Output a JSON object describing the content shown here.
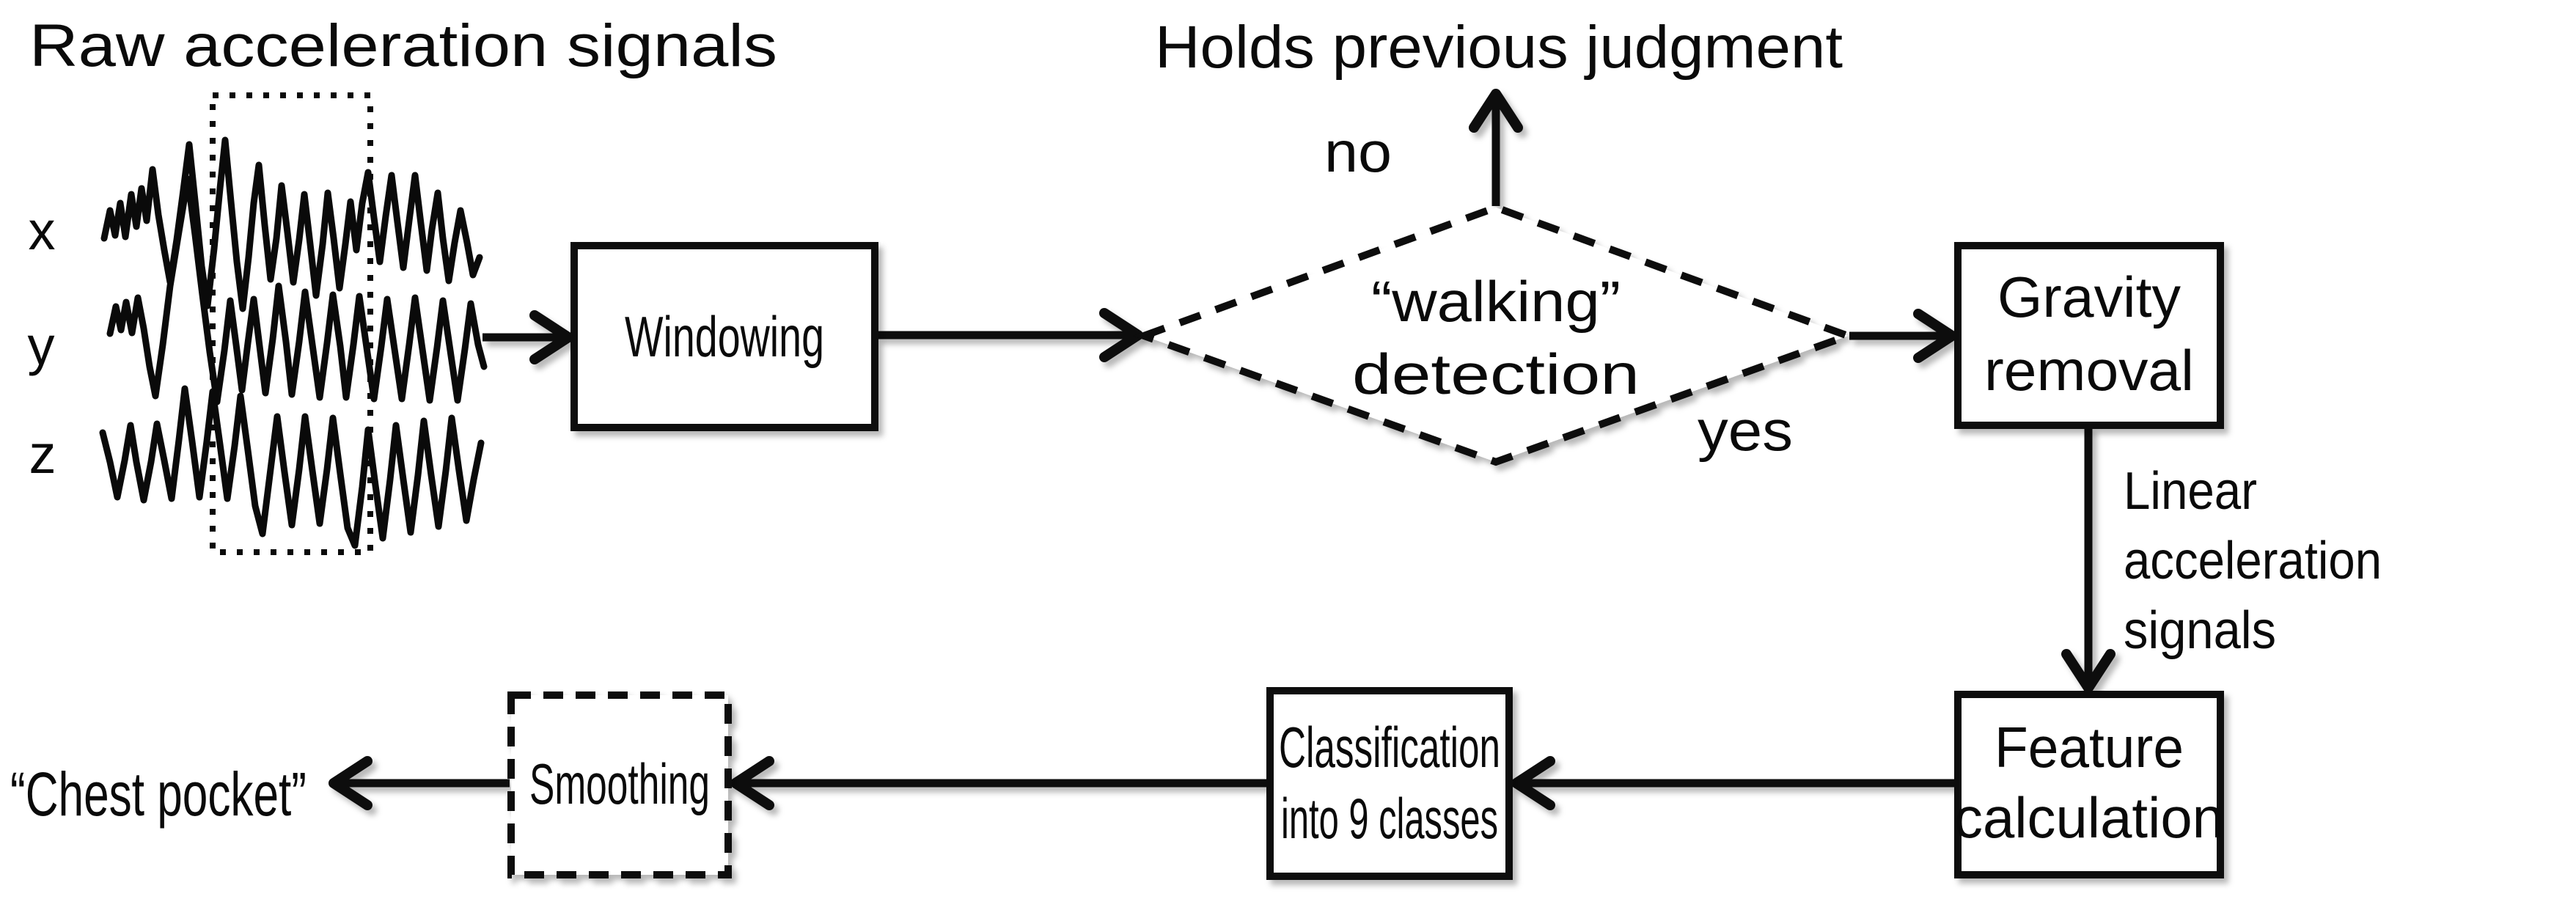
{
  "meta": {
    "background_color": "#ffffff",
    "ink_color": "#0a0a0a",
    "diagram_type": "flowchart"
  },
  "titles": {
    "raw_signals": "Raw acceleration signals",
    "holds_previous": "Holds previous judgment"
  },
  "signal_axes": {
    "x": "x",
    "y": "y",
    "z": "z"
  },
  "nodes": {
    "windowing": {
      "label": "Windowing",
      "style": "solid-box"
    },
    "walking_detection": {
      "lines": [
        "“walking”",
        "detection"
      ],
      "style": "dashed-diamond"
    },
    "gravity_removal": {
      "lines": [
        "Gravity",
        "removal"
      ],
      "style": "solid-box"
    },
    "feature_calculation": {
      "lines": [
        "Feature",
        "calculation"
      ],
      "style": "solid-box"
    },
    "classification": {
      "lines": [
        "Classification",
        "into 9 classes"
      ],
      "style": "solid-box"
    },
    "smoothing": {
      "label": "Smoothing",
      "style": "dashed-box"
    }
  },
  "edge_labels": {
    "no": "no",
    "yes": "yes",
    "linear_acceleration": {
      "lines": [
        "Linear",
        "acceleration",
        "signals"
      ]
    }
  },
  "output": {
    "chest_pocket": "“Chest pocket”"
  }
}
